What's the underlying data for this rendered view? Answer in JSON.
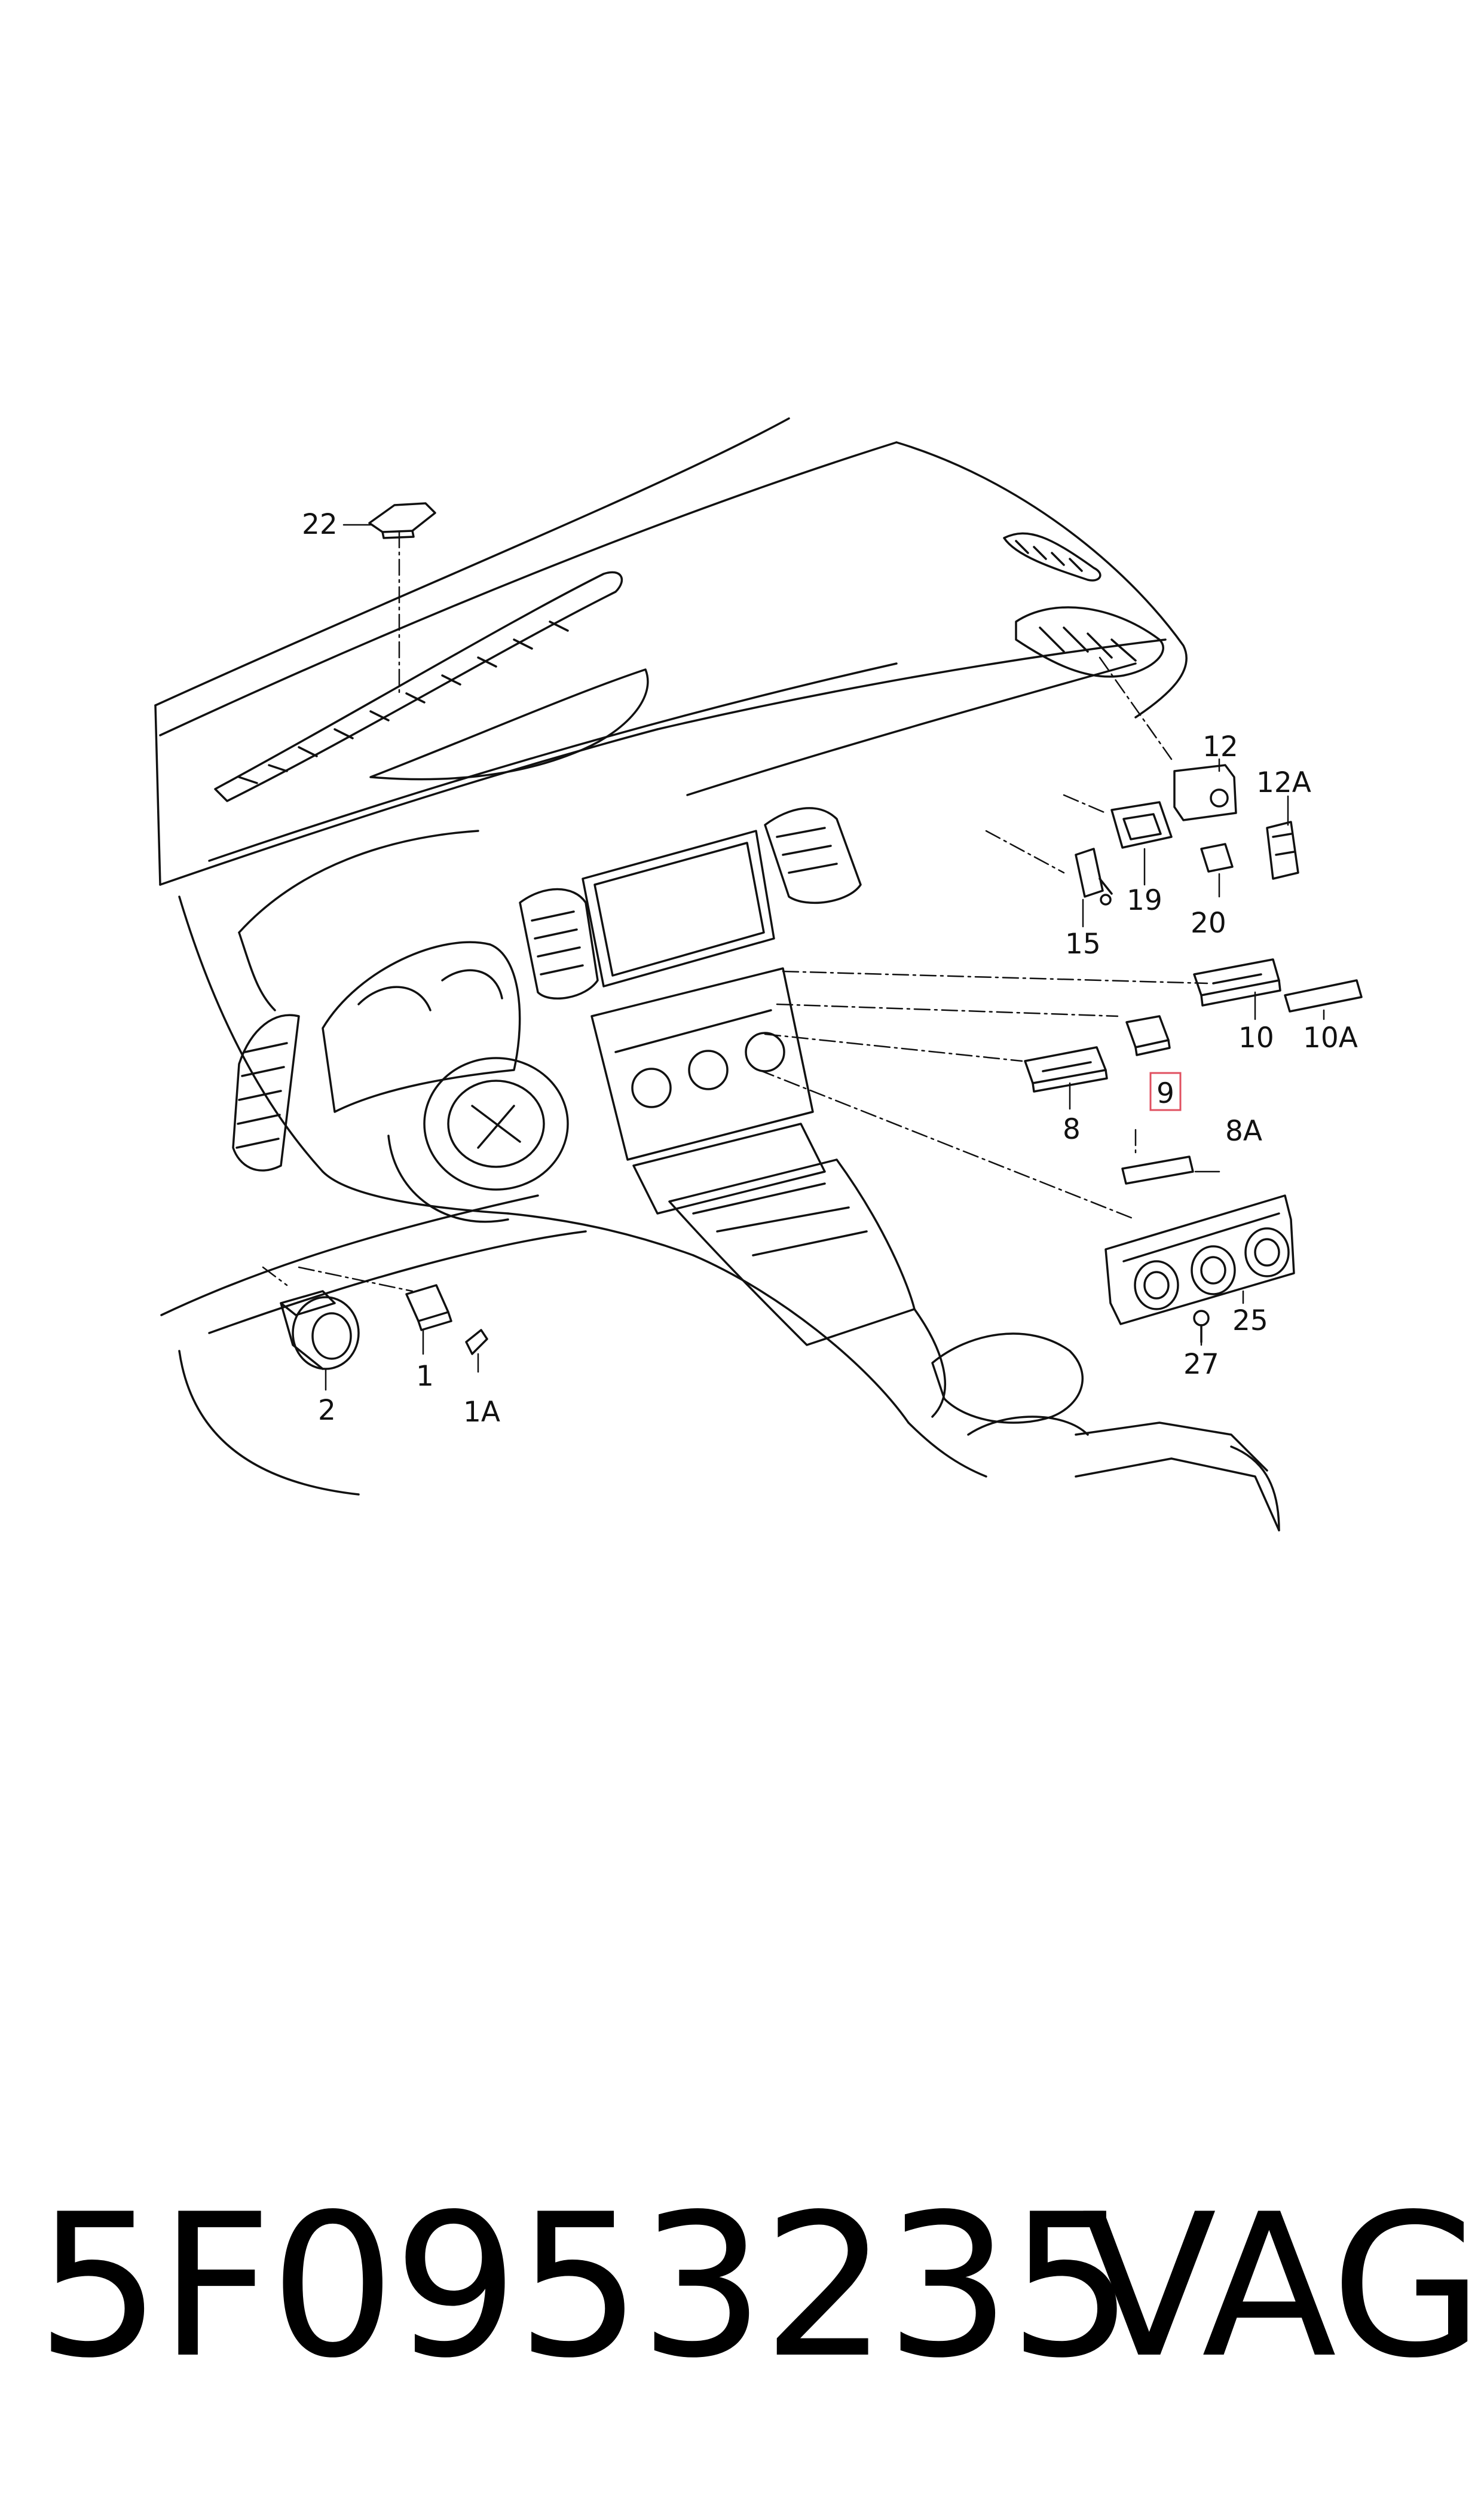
{
  "labels": {
    "l22": "22",
    "l12": "12",
    "l12a": "12A",
    "l19": "19",
    "l20": "20",
    "l15": "15",
    "l10": "10",
    "l10a": "10A",
    "l9": "9",
    "l8": "8",
    "l8a": "8A",
    "l25": "25",
    "l27": "27",
    "l2": "2",
    "l1": "1",
    "l1a": "1A"
  },
  "highlight_color": "#e05060",
  "footer": {
    "part_number": "5F0953235",
    "brand": "VAG"
  }
}
